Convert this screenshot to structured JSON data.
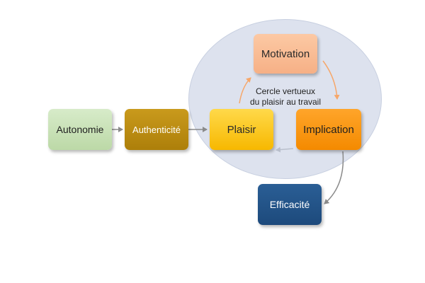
{
  "nodes": {
    "autonomie": "Autonomie",
    "authenticite": "Authenticité",
    "plaisir": "Plaisir",
    "implication": "Implication",
    "motivation": "Motivation",
    "efficacite": "Efficacité"
  },
  "cycle_label": {
    "line1": "Cercle vertueux",
    "line2": "du plaisir au travail"
  },
  "colors": {
    "autonomie": "#c8e2b6",
    "authenticite": "#bb8d13",
    "plaisir": "#fcc81e",
    "implication": "#f89412",
    "motivation": "#f9bc95",
    "efficacite": "#245488",
    "cycle_background": "#dde2ee",
    "cycle_arrows": "#f6a76a",
    "gray_arrows": "#8a8a8a"
  }
}
